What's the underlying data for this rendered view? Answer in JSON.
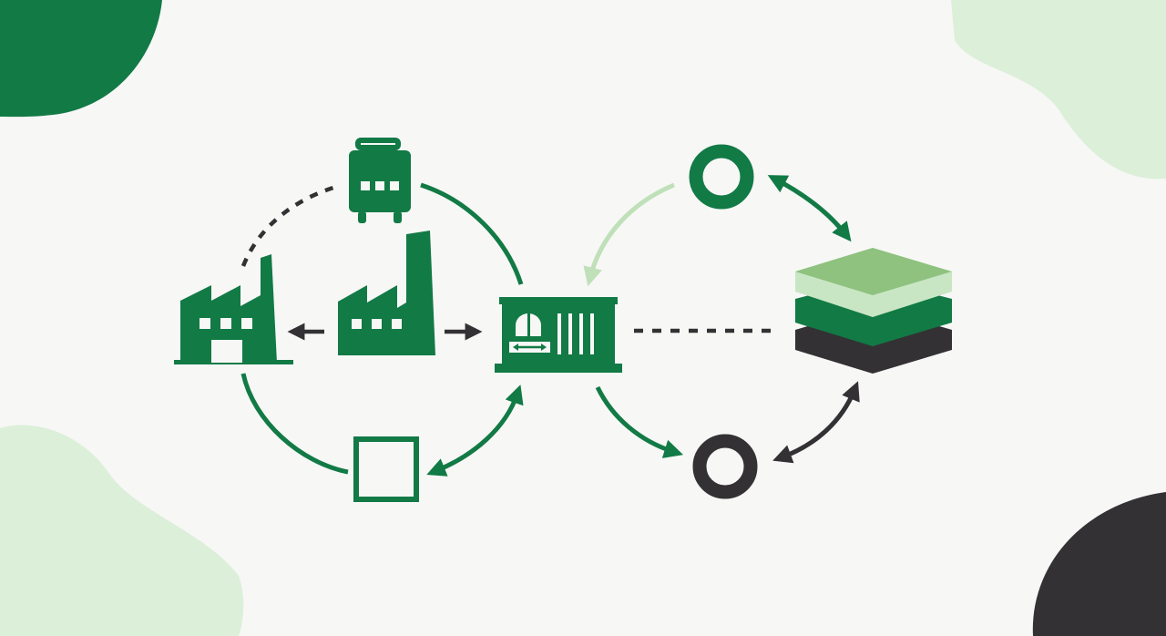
{
  "colors": {
    "background": "#f7f7f6",
    "primary_green": "#127a45",
    "light_green": "#8ec27e",
    "pale_green": "#c9e6c4",
    "mist_green": "#dcefd8",
    "dark": "#333133"
  },
  "nodes": [
    {
      "id": "factory-left",
      "icon": "factory-icon"
    },
    {
      "id": "factory-center",
      "icon": "factory-icon"
    },
    {
      "id": "luggage",
      "icon": "luggage-icon"
    },
    {
      "id": "square",
      "icon": "square-outline-icon"
    },
    {
      "id": "container",
      "icon": "shipping-container-icon"
    },
    {
      "id": "ring-top",
      "icon": "ring-icon"
    },
    {
      "id": "ring-bottom",
      "icon": "ring-icon"
    },
    {
      "id": "layers",
      "icon": "layers-stack-icon"
    }
  ],
  "connections": [
    {
      "from": "factory-left",
      "to": "luggage",
      "style": "dashed"
    },
    {
      "from": "luggage",
      "to": "container",
      "style": "solid-arc"
    },
    {
      "from": "factory-left",
      "to": "square",
      "style": "solid-arc"
    },
    {
      "from": "square",
      "to": "container",
      "style": "double-arrow"
    },
    {
      "from": "factory-center",
      "to": "factory-left",
      "style": "arrow"
    },
    {
      "from": "factory-center",
      "to": "container",
      "style": "arrow"
    },
    {
      "from": "ring-top",
      "to": "container",
      "style": "arrow"
    },
    {
      "from": "container",
      "to": "ring-bottom",
      "style": "arrow"
    },
    {
      "from": "container",
      "to": "layers",
      "style": "dashed"
    },
    {
      "from": "ring-top",
      "to": "layers",
      "style": "double-arrow"
    },
    {
      "from": "ring-bottom",
      "to": "layers",
      "style": "double-arrow"
    }
  ]
}
